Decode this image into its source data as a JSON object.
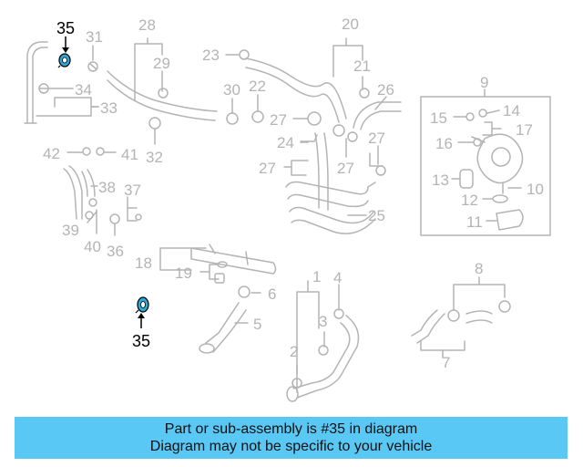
{
  "callouts": {
    "c1": "1",
    "c2": "2",
    "c3": "3",
    "c4": "4",
    "c5": "5",
    "c6": "6",
    "c7": "7",
    "c8": "8",
    "c9": "9",
    "c10": "10",
    "c11": "11",
    "c12": "12",
    "c13": "13",
    "c14": "14",
    "c15": "15",
    "c16": "16",
    "c17": "17",
    "c18": "18",
    "c19": "19",
    "c20": "20",
    "c21": "21",
    "c22": "22",
    "c23": "23",
    "c24": "24",
    "c25": "25",
    "c26": "26",
    "c27a": "27",
    "c27b": "27",
    "c27c": "27",
    "c27d": "27",
    "c28": "28",
    "c29": "29",
    "c30": "30",
    "c31": "31",
    "c32": "32",
    "c33": "33",
    "c34": "34",
    "c35a": "35",
    "c35b": "35",
    "c36": "36",
    "c37": "37",
    "c38": "38",
    "c39": "39",
    "c40": "40",
    "c41": "41",
    "c42": "42"
  },
  "highlight_part": "35",
  "colors": {
    "faded": "#b4b4b4",
    "highlight": "#000000",
    "part_fill": "#2ea8d8",
    "banner": "#5ac8f5"
  },
  "banner": {
    "line1": "Part or sub-assembly is #35 in diagram",
    "line2": "Diagram may not be specific to your vehicle"
  }
}
